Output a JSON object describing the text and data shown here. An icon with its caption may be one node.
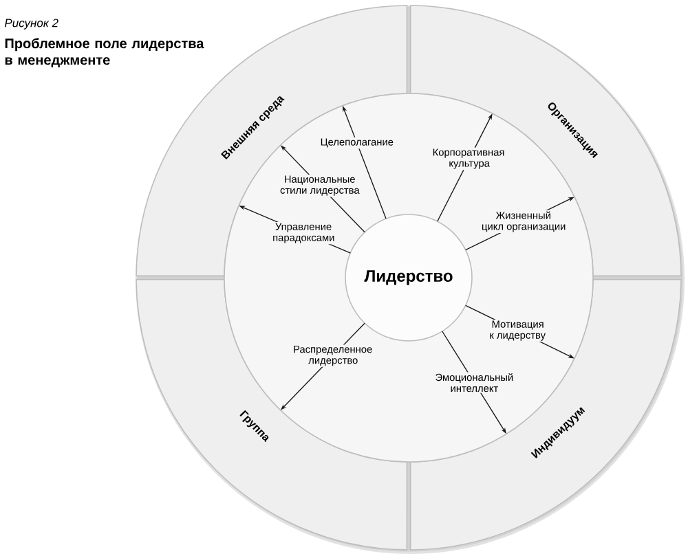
{
  "diagram": {
    "title": "Проблемное поле лидерства в менеджменте",
    "nodes": [
      {
        "text": [
          "Внешняя среда"
        ]
      },
      {
        "text": [
          "Организация"
        ]
      },
      {
        "text": [
          "Группа"
        ]
      },
      {
        "text": [
          "Индивидуум"
        ]
      },
      {
        "text": [],
        "shape": "circle"
      },
      {
        "text": [
          "Лидерство"
        ],
        "in": 4
      }
    ],
    "edges": [
      {
        "from": 5,
        "to": 0,
        "arrow": "to",
        "label": "Целеполагание"
      },
      {
        "from": 5,
        "to": 1,
        "arrow": "to",
        "label": "Корпоративная культура"
      },
      {
        "from": 5,
        "to": 0,
        "arrow": "to",
        "label": "Национальные стили лидерства"
      },
      {
        "from": 5,
        "to": 1,
        "arrow": "to",
        "label": "Жизненный цикл организации"
      },
      {
        "from": 5,
        "to": 0,
        "arrow": "to",
        "label": "Управление парадоксами"
      },
      {
        "from": 5,
        "to": 3,
        "arrow": "to",
        "label": "Мотивация к лидерству"
      },
      {
        "from": 5,
        "to": 2,
        "arrow": "to",
        "label": "Распределенное лидерство"
      },
      {
        "from": 5,
        "to": 3,
        "arrow": "to",
        "label": "Эмоциональный интеллект"
      }
    ],
    "labels": [
      "Рисунок 2"
    ]
  }
}
